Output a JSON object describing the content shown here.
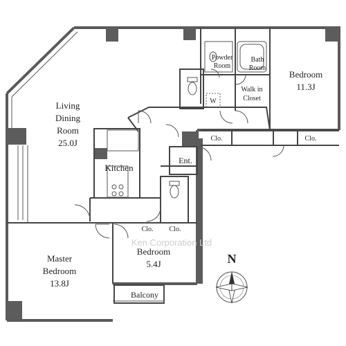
{
  "rooms": {
    "living_name_1": "Living",
    "living_name_2": "Dining",
    "living_name_3": "Room",
    "living_size": "25.0J",
    "kitchen": "Kitchen",
    "master_name_1": "Master",
    "master_name_2": "Bedroom",
    "master_size": "13.8J",
    "bedroom2_name": "Bedroom",
    "bedroom2_size": "5.4J",
    "bedroom1_name": "Bedroom",
    "bedroom1_size": "11.3J",
    "powder_1": "Powder",
    "powder_2": "Room",
    "bath_1": "Bath",
    "bath_2": "Room",
    "walkin_1": "Walk in",
    "walkin_2": "Closet",
    "entrance": "Ent.",
    "balcony": "Balcony",
    "closet_top_left": "Clo.",
    "closet_top_right": "Clo.",
    "closet_bottom_left": "Clo.",
    "closet_bottom_right": "Clo.",
    "washer": "W"
  },
  "watermark": "Ken Corporation Ltd",
  "compass": {
    "north_label": "N"
  }
}
